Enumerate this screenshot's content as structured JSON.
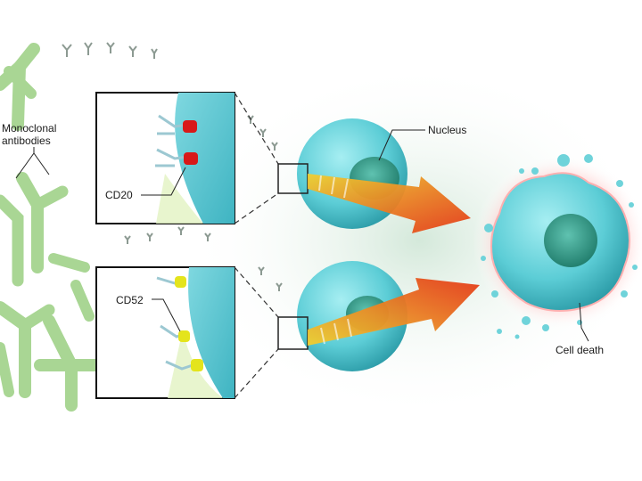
{
  "labels": {
    "antibody_line1": "Monoclonal",
    "antibody_line2": "antibodies",
    "cd20": "CD20",
    "cd52": "CD52",
    "nucleus": "Nucleus",
    "cell_death": "Cell death"
  },
  "colors": {
    "antibody": "#b4dba0",
    "antibody_dark": "#7fbf6a",
    "cell": "#5ccdd6",
    "cell_dark": "#2a9aa6",
    "nucleus": "#3a9f8e",
    "marker_cd20": "#d81818",
    "marker_cd52": "#d8d818",
    "arrow_start": "#f0d030",
    "arrow_end": "#e43818",
    "glow": "#ffb3b3"
  }
}
